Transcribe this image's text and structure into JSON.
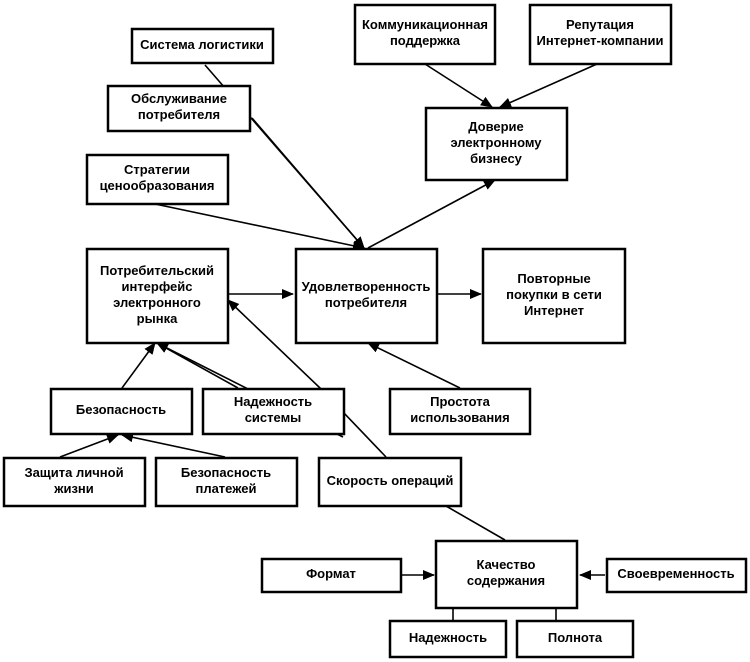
{
  "nodes": {
    "logistics": [
      "Система логистики"
    ],
    "comm_support": [
      "Коммуникационная",
      "поддержка"
    ],
    "reputation": [
      "Репутация",
      "Интернет-компании"
    ],
    "customer_service": [
      "Обслуживание",
      "потребителя"
    ],
    "trust": [
      "Доверие",
      "электронному",
      "бизнесу"
    ],
    "pricing": [
      "Стратегии",
      "ценообразования"
    ],
    "consumer_interface": [
      "Потребительский",
      "интерфейс",
      "электронного",
      "рынка"
    ],
    "satisfaction": [
      "Удовлетворенность",
      "потребителя"
    ],
    "repeat_purchases": [
      "Повторные",
      "покупки в сети",
      "Интернет"
    ],
    "security": [
      "Безопасность"
    ],
    "reliability_system": [
      "Надежность",
      "системы"
    ],
    "ease_of_use": [
      "Простота",
      "использования"
    ],
    "privacy": [
      "Защита личной",
      "жизни"
    ],
    "payment_security": [
      "Безопасность",
      "платежей"
    ],
    "speed": [
      "Скорость операций"
    ],
    "format": [
      "Формат"
    ],
    "content_quality": [
      "Качество",
      "содержания"
    ],
    "timeliness": [
      "Своевременность"
    ],
    "reliability": [
      "Надежность"
    ],
    "completeness": [
      "Полнота"
    ]
  }
}
